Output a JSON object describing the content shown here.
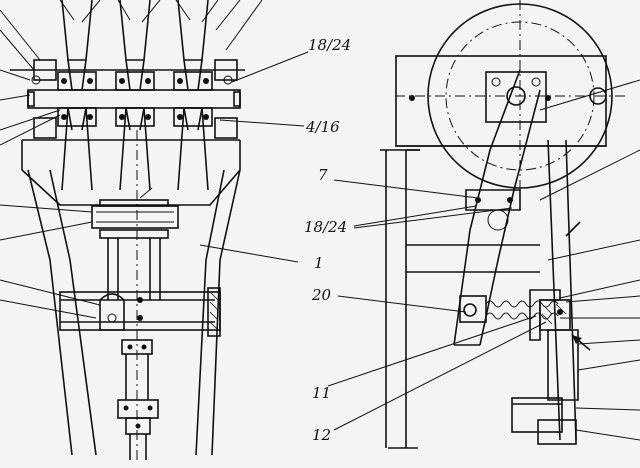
{
  "drawing": {
    "labels": {
      "l1": "18/24",
      "l2": "4/16",
      "l3": "7",
      "l4": "18/24",
      "l5": "1",
      "l6": "20",
      "l7": "11",
      "l8": "12"
    }
  }
}
